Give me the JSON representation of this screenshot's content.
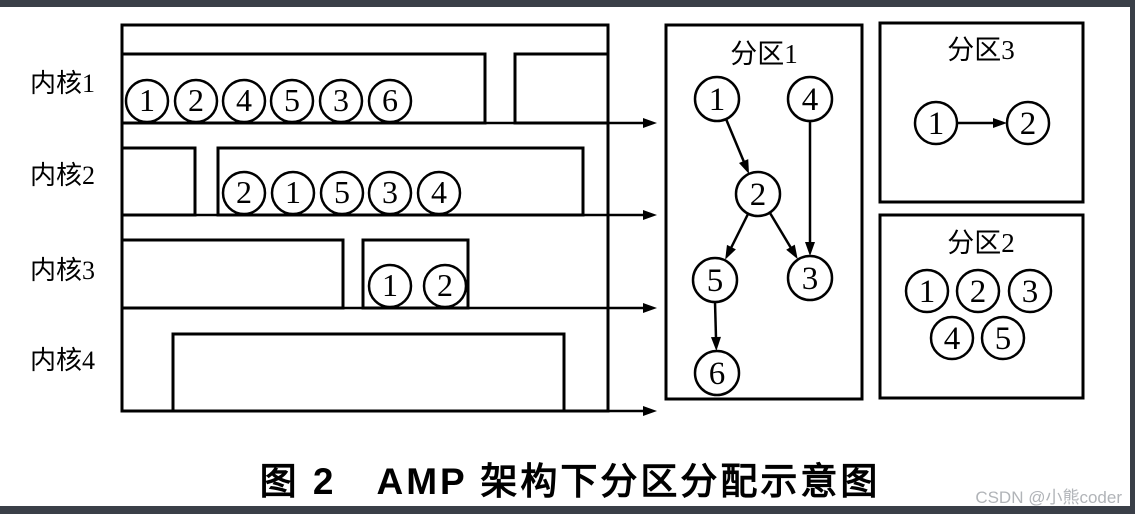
{
  "caption": "图 2　AMP 架构下分区分配示意图",
  "watermark": "CSDN @小熊coder",
  "colors": {
    "frame_bar": "#3a3f48",
    "line": "#000000",
    "watermark_text": "#b1b4b8",
    "background": "#ffffff"
  },
  "gantt": {
    "rows": [
      {
        "label": "内核1",
        "tasks": [
          "1",
          "2",
          "4",
          "5",
          "3",
          "6"
        ]
      },
      {
        "label": "内核2",
        "tasks": [
          "2",
          "1",
          "5",
          "3",
          "4"
        ]
      },
      {
        "label": "内核3",
        "tasks": [
          "1",
          "2"
        ]
      },
      {
        "label": "内核4",
        "tasks": []
      }
    ]
  },
  "partition1": {
    "title": "分区1",
    "nodes": [
      "1",
      "4",
      "2",
      "5",
      "3",
      "6"
    ],
    "edges": [
      "1->2",
      "2->5",
      "2->3",
      "4->3",
      "5->6"
    ]
  },
  "partition3": {
    "title": "分区3",
    "nodes": [
      "1",
      "2"
    ],
    "edges": [
      "1->2"
    ]
  },
  "partition2": {
    "title": "分区2",
    "nodes": [
      "1",
      "2",
      "3",
      "4",
      "5"
    ],
    "edges": []
  }
}
